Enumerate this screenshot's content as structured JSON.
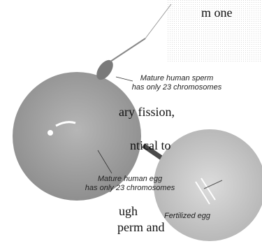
{
  "text_fragments": {
    "line1": "m one",
    "line2": "ary fission,",
    "line3": "ntical to",
    "line4": "ugh",
    "line5": "perm and"
  },
  "labels": {
    "sperm": [
      "Mature human sperm",
      "has only 23 chromosomes"
    ],
    "egg": [
      "Mature human egg",
      "has only 23 chromosomes"
    ],
    "fertilized": "Fertilized egg"
  },
  "colors": {
    "egg_fill": "#a3a3a3",
    "fertilized_fill": "#c6c6c6",
    "arrow": "#4a4a4a",
    "sperm": "#7a7a7a"
  }
}
